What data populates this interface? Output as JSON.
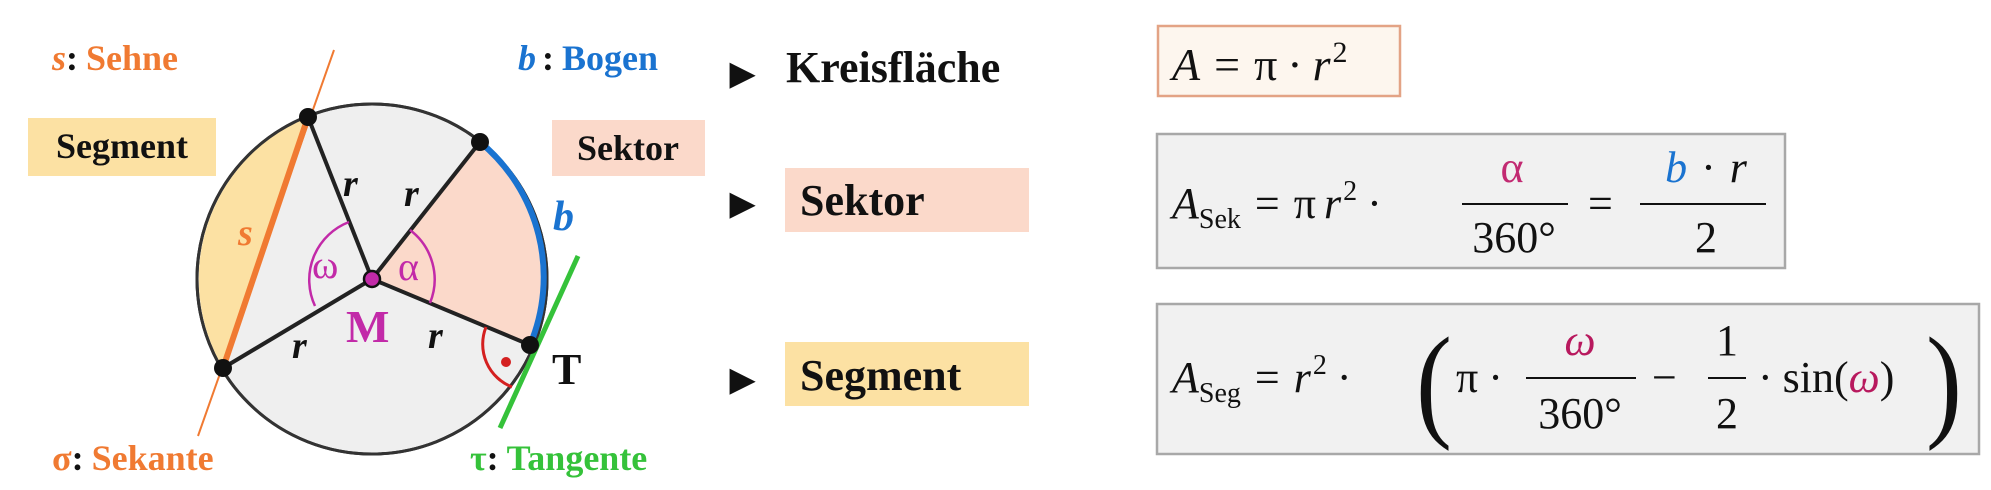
{
  "colors": {
    "orange": "#f07a32",
    "blue": "#1a73d0",
    "green": "#35c23a",
    "magenta": "#c22aa8",
    "red": "#d42020",
    "crimson": "#b8195e",
    "segment_fill": "#fce1a3",
    "sektor_fill": "#fbd9ca",
    "circle_fill": "#efefef",
    "formula_box": "#f1f1f1"
  },
  "diagram": {
    "chord_label": {
      "sym": "s",
      "colon": ":",
      "word": "Sehne"
    },
    "arc_label": {
      "sym": "b",
      "colon": ":",
      "word": "Bogen"
    },
    "secant_label": {
      "sym": "σ",
      "colon": ":",
      "word": "Sekante"
    },
    "tangent_label": {
      "sym": "τ",
      "colon": ":",
      "word": "Tangente"
    },
    "segment_box": "Segment",
    "sektor_box": "Sektor",
    "s_on_chord": "s",
    "b_on_arc": "b",
    "radius": "r",
    "center": "M",
    "omega": "ω",
    "alpha": "α",
    "tangent_point": "T"
  },
  "rows": [
    {
      "marker": "▶",
      "title": "Kreisfläche"
    },
    {
      "marker": "▶",
      "title": "Sektor"
    },
    {
      "marker": "▶",
      "title": "Segment"
    }
  ],
  "formulas": {
    "area": {
      "lhs": "A",
      "eq": "=",
      "pi": "π",
      "dot": "·",
      "r": "r",
      "exp": "2"
    },
    "sektor": {
      "A": "A",
      "sub": "Sek",
      "eq": "=",
      "pi": "π",
      "r": "r",
      "exp": "2",
      "dot": "·",
      "num1": "α",
      "den1": "360°",
      "eq2": "=",
      "num2_b": "b",
      "num2_dot": "·",
      "num2_r": "r",
      "den2": "2"
    },
    "segment": {
      "A": "A",
      "sub": "Seg",
      "eq": "=",
      "r": "r",
      "exp": "2",
      "dot": "·",
      "lparen": "(",
      "pi": "π",
      "dot2": "·",
      "num1": "ω",
      "den1": "360°",
      "minus": "−",
      "num2": "1",
      "den2": "2",
      "dot3": "·",
      "sin": "sin",
      "sinl": "(",
      "omega": "ω",
      "sinr": ")",
      "rparen": ")"
    }
  }
}
